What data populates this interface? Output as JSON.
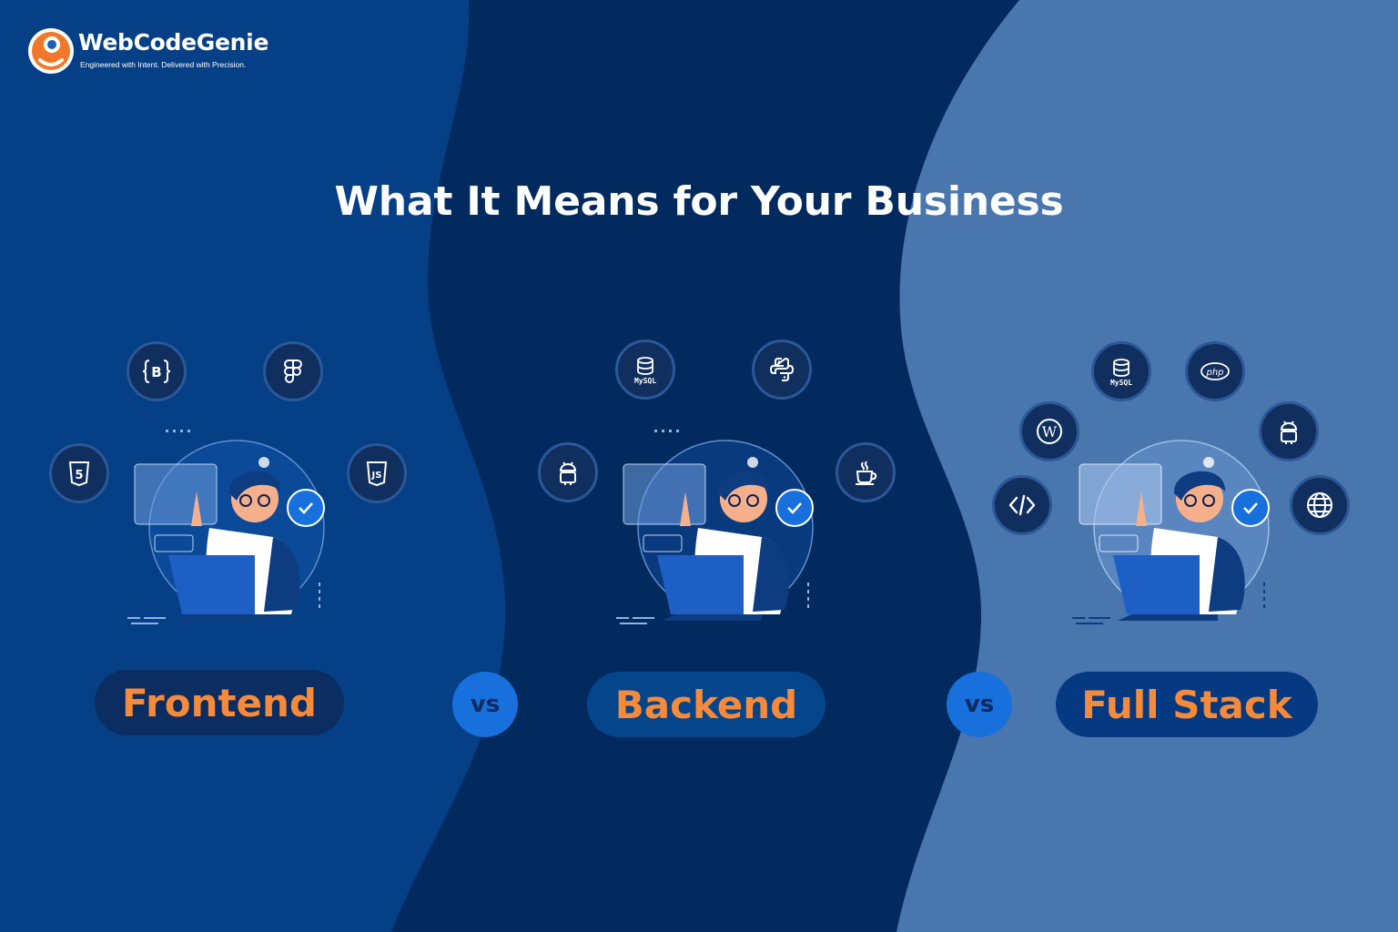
{
  "brand": {
    "name": "WebCodeGenie",
    "tagline": "Engineered with Intent. Delivered with Precision."
  },
  "title": "What It Means for Your Business",
  "columns": [
    {
      "label": "Frontend",
      "icons": [
        "bootstrap-icon",
        "figma-icon",
        "html5-icon",
        "javascript-icon"
      ]
    },
    {
      "label": "Backend",
      "icons": [
        "mysql-icon",
        "python-icon",
        "android-icon",
        "java-icon"
      ]
    },
    {
      "label": "Full Stack",
      "icons": [
        "mysql-icon",
        "php-icon",
        "wordpress-icon",
        "android-icon",
        "code-icon",
        "globe-icon"
      ]
    }
  ],
  "vs_label": "vs",
  "icon_text": {
    "mysql": "MySQL",
    "php": "php"
  },
  "colors": {
    "left_bg": "#053f85",
    "middle_bg": "#032a5f",
    "right_bg": "#4a76ae",
    "accent_orange": "#f58a3a",
    "vs_blue": "#1770db"
  }
}
